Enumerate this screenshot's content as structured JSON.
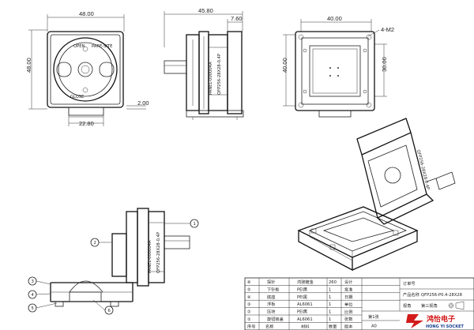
{
  "dimensions": {
    "front_width": "48.00",
    "front_height": "48.00",
    "front_bottom_width": "22.80",
    "front_offset": "2.00",
    "side_width": "45.80",
    "side_lip": "7.60",
    "top_width": "40.00",
    "top_height": "40.00",
    "top_inner": "30.00",
    "hole_note": "4-M2"
  },
  "body_text": {
    "label_1": "PARE-SITE",
    "label_2": "GLOSE",
    "label_3": "OPEN",
    "side_text_1": "PANEL-000004A",
    "side_text_2": "QFP256-28X28-0.4P"
  },
  "balloons": [
    "1",
    "2",
    "3",
    "4",
    "5",
    "6"
  ],
  "title_block": {
    "parts": [
      {
        "no": "⑥",
        "name": "探针",
        "spec": "鸿驰镀金",
        "qty": "260"
      },
      {
        "no": "⑤",
        "name": "下针板",
        "spec": "PEI黑",
        "qty": "1"
      },
      {
        "no": "④",
        "name": "底座",
        "spec": "PEI黑",
        "qty": "1"
      },
      {
        "no": "③",
        "name": "浮板",
        "spec": "AL6061",
        "qty": "1"
      },
      {
        "no": "②",
        "name": "压块",
        "spec": "PEI黑",
        "qty": "1"
      },
      {
        "no": "①",
        "name": "旋钮锁盖",
        "spec": "AL6061",
        "qty": "1"
      }
    ],
    "footer": {
      "no": "序号",
      "name": "名称",
      "spec": "材料",
      "qty": "数量"
    },
    "labels": [
      "设计",
      "批准",
      "日期",
      "单位",
      "比例",
      "张数",
      "版本"
    ],
    "sheet": "第1张",
    "version": "A0",
    "order_label": "订单号",
    "product_label": "产品名称",
    "product_value": "QFP256-P0.4-28X28",
    "view_label": "视角",
    "view_value": "第三视角"
  },
  "logo": {
    "cn": "鸿怡电子",
    "en": "HONG YI SOCKET"
  }
}
